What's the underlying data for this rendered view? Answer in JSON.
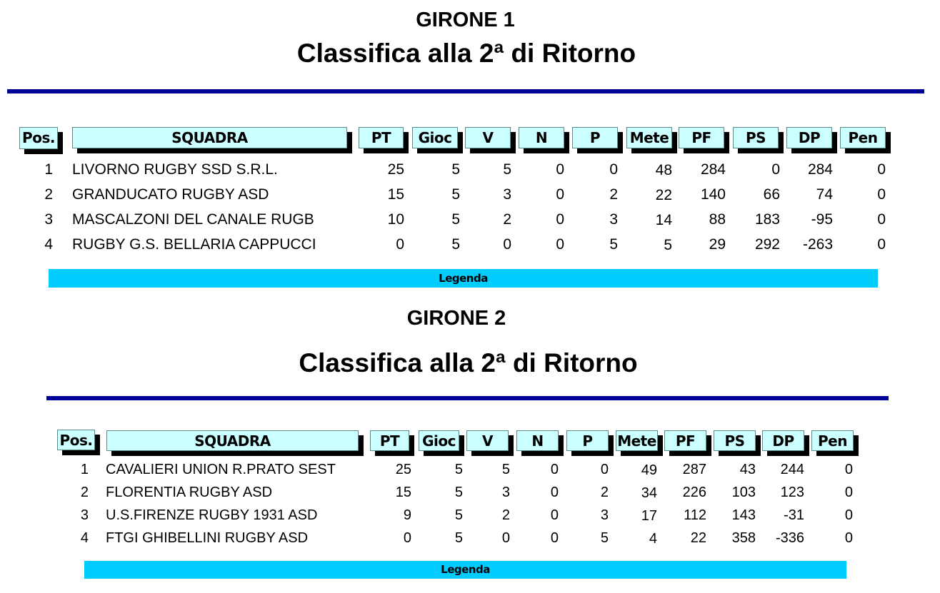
{
  "sections": [
    {
      "girone": "GIRONE 1",
      "title": "Classifica alla 2ª di Ritorno",
      "headers": [
        "Pos.",
        "SQUADRA",
        "PT",
        "Gioc",
        "V",
        "N",
        "P",
        "Mete",
        "PF",
        "PS",
        "DP",
        "Pen"
      ],
      "rows": [
        {
          "pos": "1",
          "team": "LIVORNO RUGBY SSD S.R.L.",
          "pt": "25",
          "gioc": "5",
          "v": "5",
          "n": "0",
          "p": "0",
          "mete": "48",
          "pf": "284",
          "ps": "0",
          "dp": "284",
          "pen": "0"
        },
        {
          "pos": "2",
          "team": "GRANDUCATO RUGBY ASD",
          "pt": "15",
          "gioc": "5",
          "v": "3",
          "n": "0",
          "p": "2",
          "mete": "22",
          "pf": "140",
          "ps": "66",
          "dp": "74",
          "pen": "0"
        },
        {
          "pos": "3",
          "team": "MASCALZONI DEL CANALE RUGB",
          "pt": "10",
          "gioc": "5",
          "v": "2",
          "n": "0",
          "p": "3",
          "mete": "14",
          "pf": "88",
          "ps": "183",
          "dp": "-95",
          "pen": "0"
        },
        {
          "pos": "4",
          "team": "RUGBY G.S. BELLARIA CAPPUCCI",
          "pt": "0",
          "gioc": "5",
          "v": "0",
          "n": "0",
          "p": "5",
          "mete": "5",
          "pf": "29",
          "ps": "292",
          "dp": "-263",
          "pen": "0"
        }
      ],
      "legend": "Legenda"
    },
    {
      "girone": "GIRONE 2",
      "title": "Classifica alla 2ª di Ritorno",
      "headers": [
        "Pos.",
        "SQUADRA",
        "PT",
        "Gioc",
        "V",
        "N",
        "P",
        "Mete",
        "PF",
        "PS",
        "DP",
        "Pen"
      ],
      "rows": [
        {
          "pos": "1",
          "team": "CAVALIERI UNION R.PRATO SEST",
          "pt": "25",
          "gioc": "5",
          "v": "5",
          "n": "0",
          "p": "0",
          "mete": "49",
          "pf": "287",
          "ps": "43",
          "dp": "244",
          "pen": "0"
        },
        {
          "pos": "2",
          "team": "FLORENTIA RUGBY ASD",
          "pt": "15",
          "gioc": "5",
          "v": "3",
          "n": "0",
          "p": "2",
          "mete": "34",
          "pf": "226",
          "ps": "103",
          "dp": "123",
          "pen": "0"
        },
        {
          "pos": "3",
          "team": "U.S.FIRENZE RUGBY 1931 ASD",
          "pt": "9",
          "gioc": "5",
          "v": "2",
          "n": "0",
          "p": "3",
          "mete": "17",
          "pf": "112",
          "ps": "143",
          "dp": "-31",
          "pen": "0"
        },
        {
          "pos": "4",
          "team": "FTGI GHIBELLINI RUGBY ASD",
          "pt": "0",
          "gioc": "5",
          "v": "0",
          "n": "0",
          "p": "5",
          "mete": "4",
          "pf": "22",
          "ps": "358",
          "dp": "-336",
          "pen": "0"
        }
      ],
      "legend": "Legenda"
    }
  ],
  "colors": {
    "rule": "#000099",
    "header_fill": "#ccffff",
    "legend_fill": "#00ccff"
  }
}
